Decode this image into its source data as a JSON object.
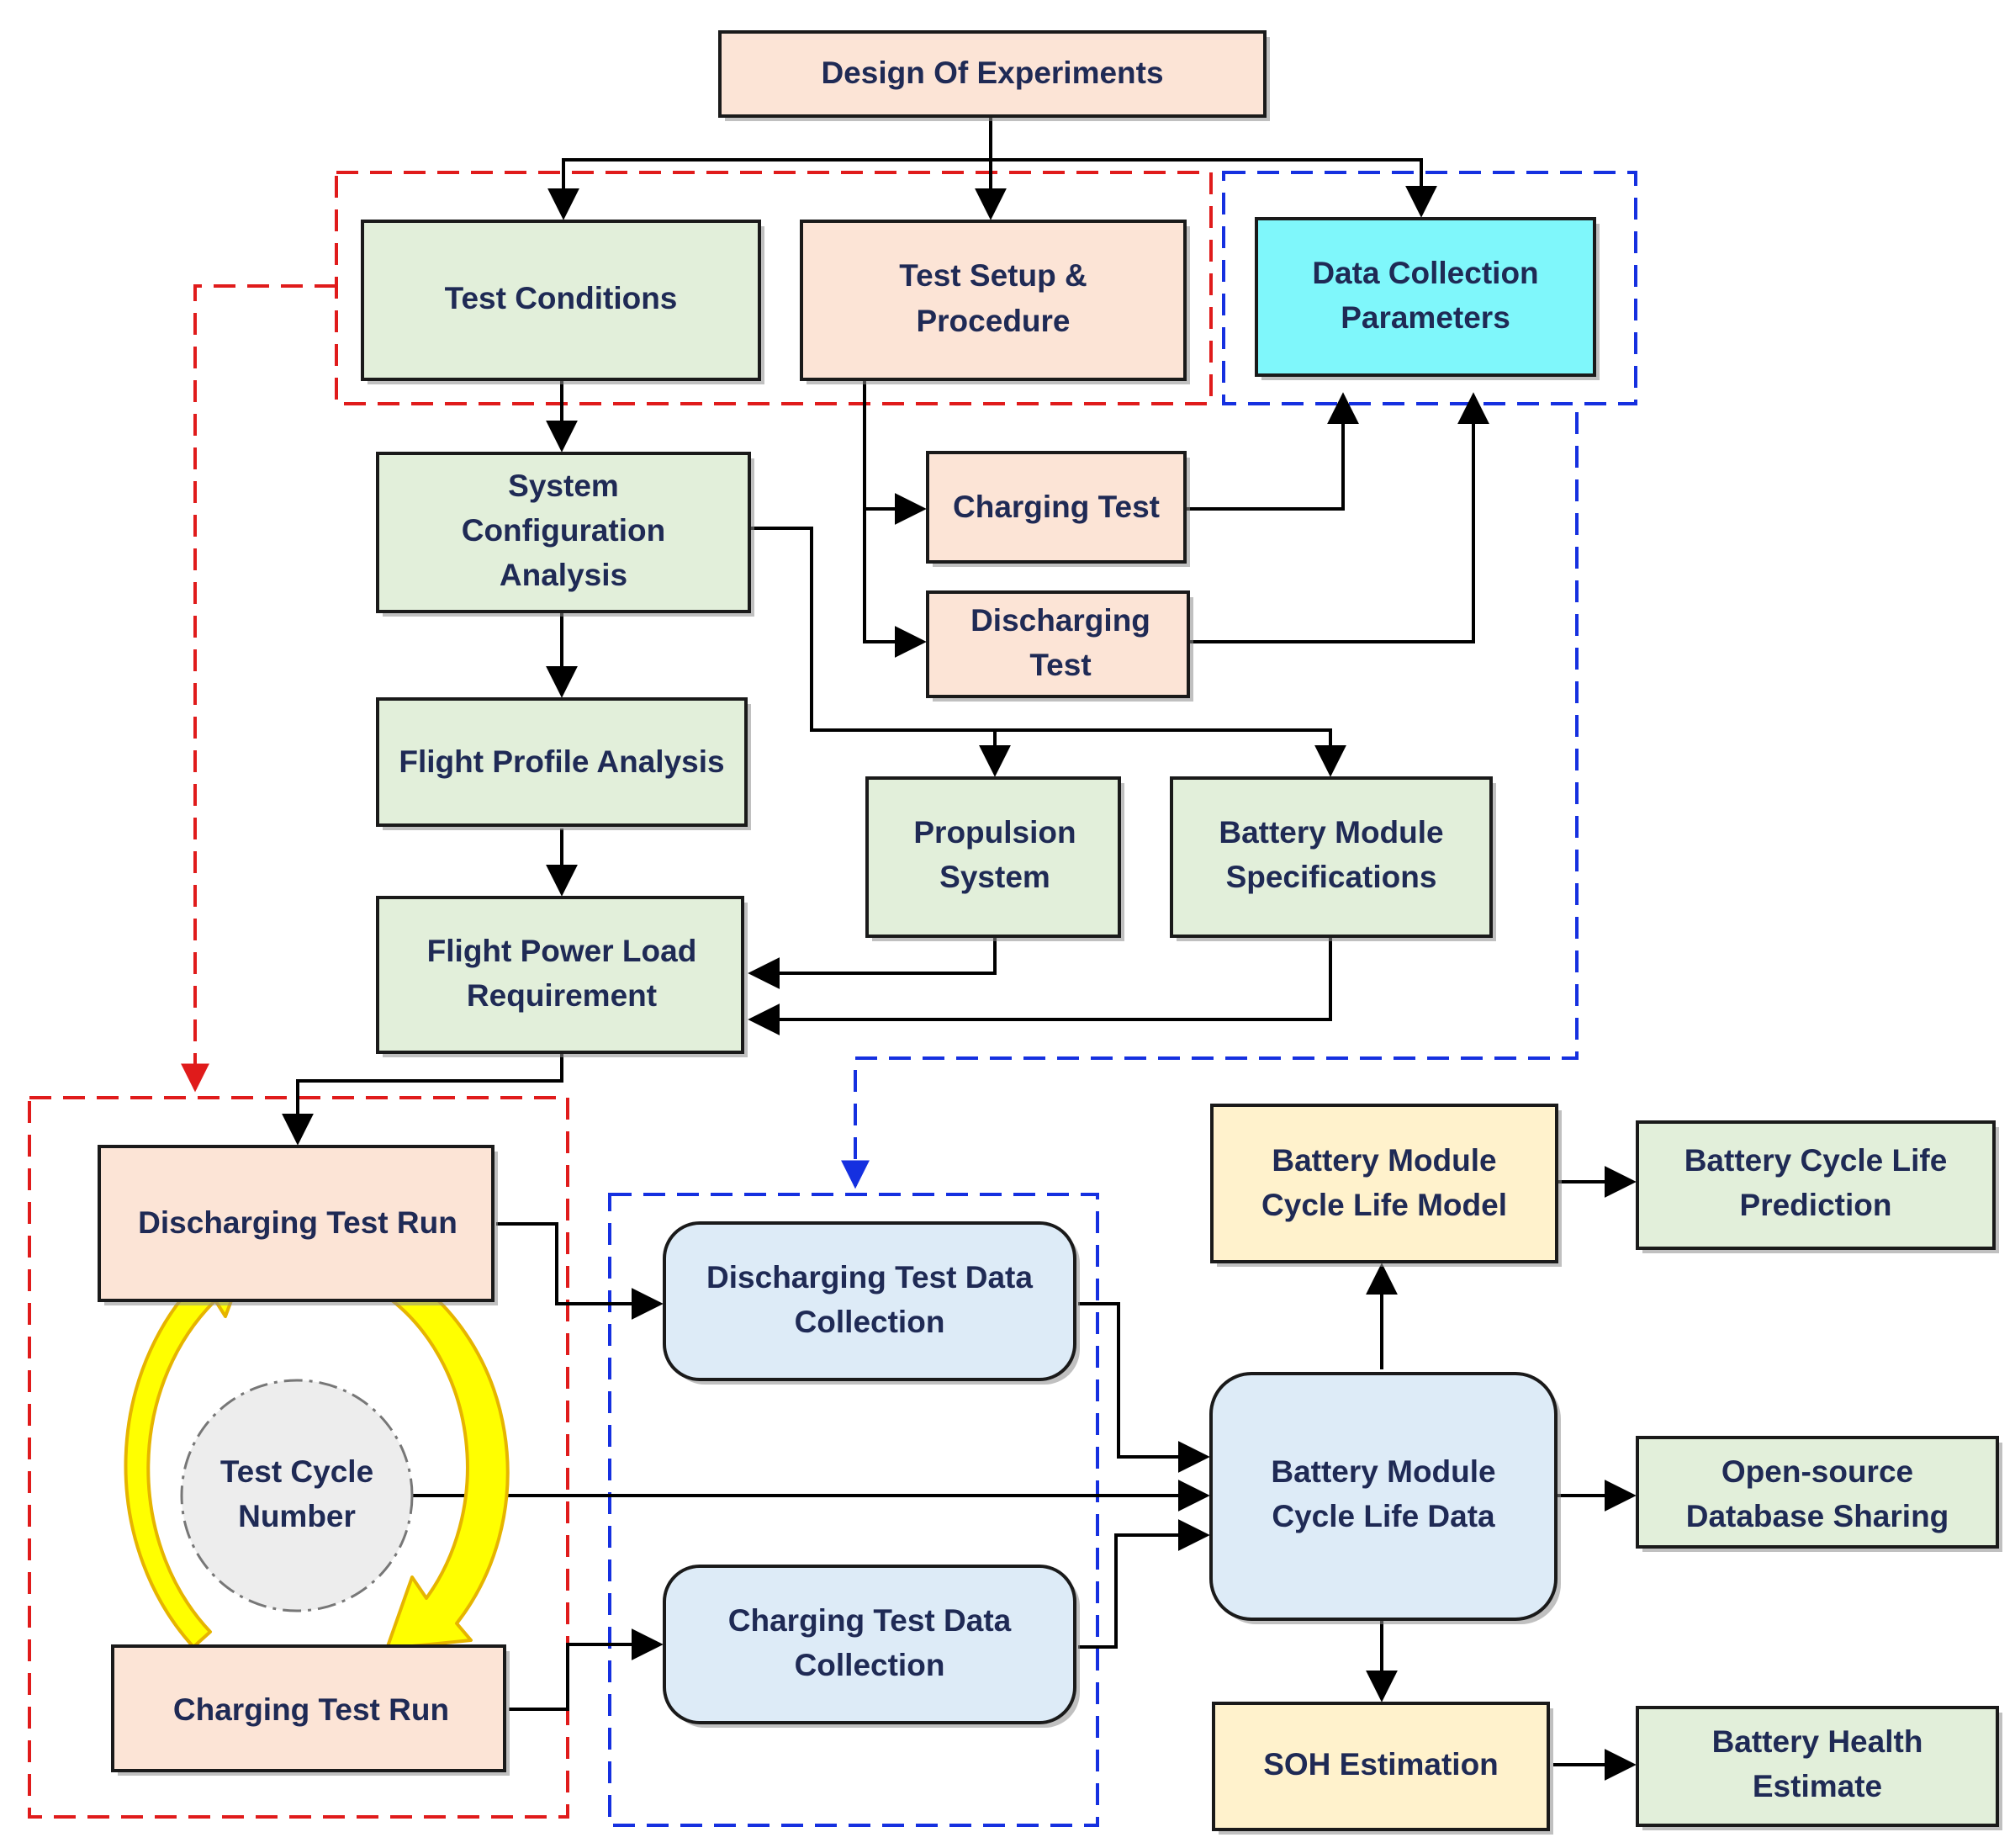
{
  "colors": {
    "peach": "#fce4d6",
    "green": "#e2efda",
    "cyan": "#7ff7fb",
    "light_blue": "#ddebf7",
    "cream": "#fff2cc",
    "gray_circle": "#ededed",
    "text": "#1f2a55",
    "red_dash": "#e01b1b",
    "blue_dash": "#1530e0",
    "yellow_arrow": "#ffff00",
    "yellow_arrow_border": "#e6b400"
  },
  "nodes": {
    "design_of_experiments": "Design Of Experiments",
    "test_conditions": "Test Conditions",
    "test_setup_procedure": [
      "Test Setup &",
      "Procedure"
    ],
    "data_collection_parameters": [
      "Data Collection",
      "Parameters"
    ],
    "system_configuration_analysis": [
      "System",
      "Configuration",
      "Analysis"
    ],
    "charging_test": "Charging Test",
    "discharging_test": [
      "Discharging",
      "Test"
    ],
    "flight_profile_analysis": "Flight Profile Analysis",
    "propulsion_system": [
      "Propulsion",
      "System"
    ],
    "battery_module_specifications": [
      "Battery Module",
      "Specifications"
    ],
    "flight_power_load_requirement": [
      "Flight Power Load",
      "Requirement"
    ],
    "discharging_test_run": "Discharging Test Run",
    "charging_test_run": "Charging Test Run",
    "test_cycle_number": [
      "Test Cycle",
      "Number"
    ],
    "discharging_test_data_collection": [
      "Discharging  Test Data",
      "Collection"
    ],
    "charging_test_data_collection": [
      "Charging  Test Data",
      "Collection"
    ],
    "battery_module_cycle_life_model": [
      "Battery Module",
      "Cycle Life Model"
    ],
    "battery_cycle_life_prediction": [
      "Battery Cycle Life",
      "Prediction"
    ],
    "battery_module_cycle_life_data": [
      "Battery Module",
      "Cycle Life Data"
    ],
    "open_source_database_sharing": [
      "Open-source",
      "Database Sharing"
    ],
    "soh_estimation": "SOH Estimation",
    "battery_health_estimate": [
      "Battery Health",
      "Estimate"
    ]
  }
}
